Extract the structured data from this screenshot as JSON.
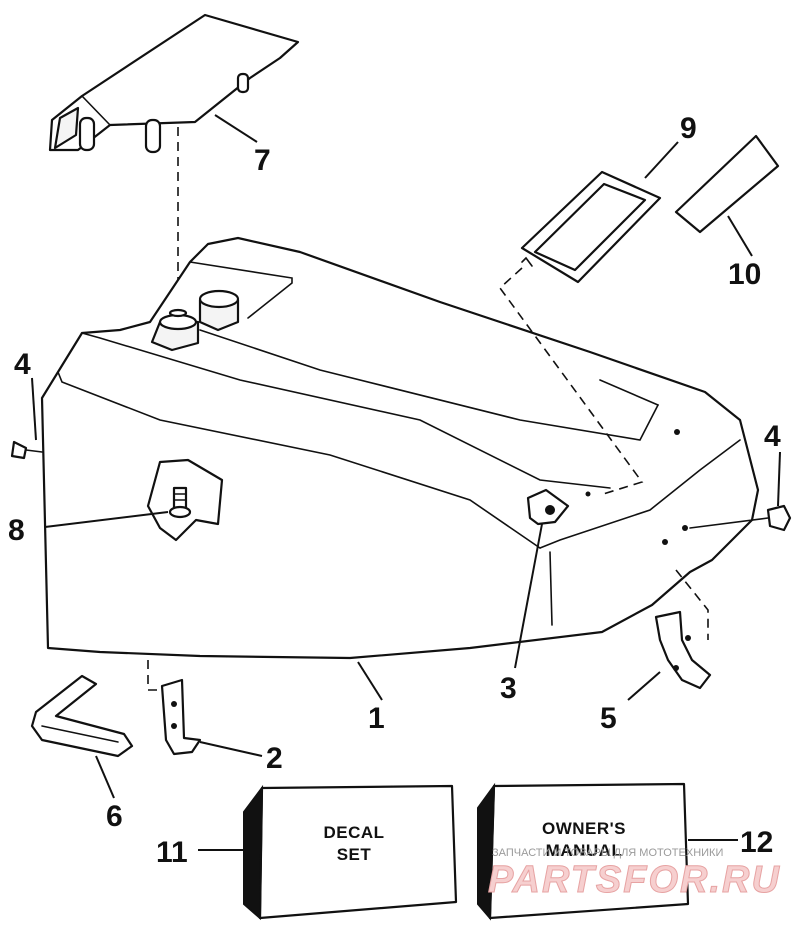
{
  "callouts": {
    "c1": "1",
    "c2": "2",
    "c3": "3",
    "c4a": "4",
    "c4b": "4",
    "c5": "5",
    "c6": "6",
    "c7": "7",
    "c8": "8",
    "c9": "9",
    "c10": "10",
    "c11": "11",
    "c12": "12"
  },
  "boxes": {
    "decal_line1": "DECAL",
    "decal_line2": "SET",
    "manual_line1": "OWNER'S",
    "manual_line2": "MANUAL"
  },
  "watermark": {
    "small": "ЗАПЧАСТИ И ТОВАРЫ ДЛЯ МОТОТЕХНИКИ",
    "big": "PARTSFOR.RU"
  },
  "colors": {
    "ink": "#111111",
    "watermark": "#e7a3a3"
  }
}
